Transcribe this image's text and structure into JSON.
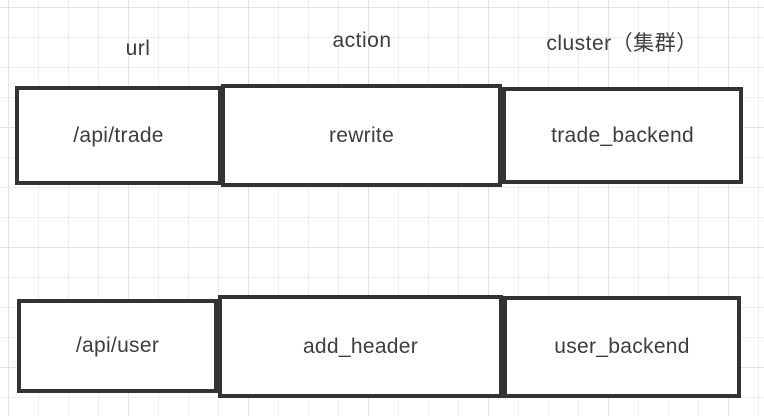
{
  "theme": {
    "bg_color": "#ffffff",
    "grid_minor": "#efefef",
    "grid_major": "#e3e3e3",
    "border_color": "#333333",
    "text_color": "#3d3d3d"
  },
  "diagram": {
    "headers": [
      {
        "label": "url"
      },
      {
        "label": "action"
      },
      {
        "label": "cluster（集群）"
      }
    ],
    "rows": [
      {
        "cells": [
          {
            "value": "/api/trade"
          },
          {
            "value": "rewrite"
          },
          {
            "value": "trade_backend"
          }
        ]
      },
      {
        "cells": [
          {
            "value": "/api/user"
          },
          {
            "value": "add_header"
          },
          {
            "value": "user_backend"
          }
        ]
      }
    ]
  }
}
